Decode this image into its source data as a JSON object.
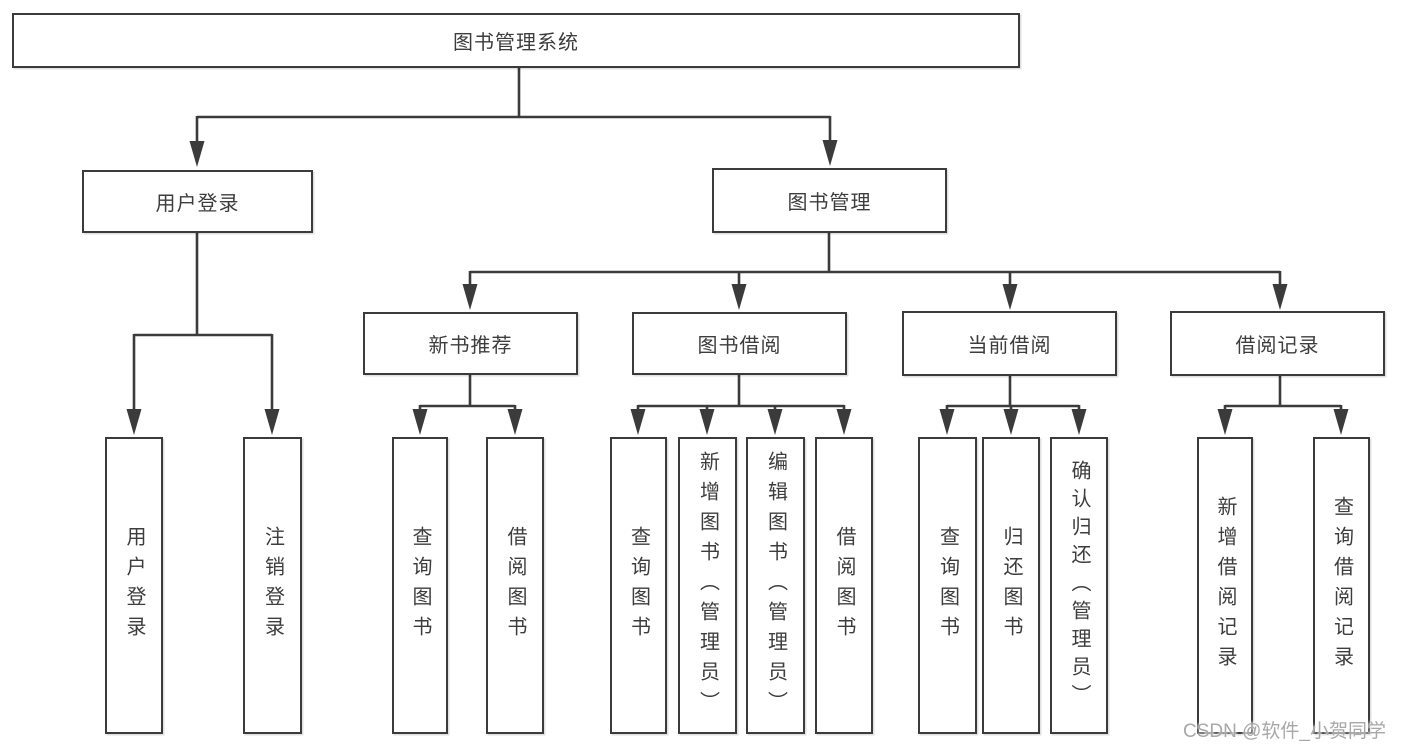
{
  "tree": {
    "label": "图书管理系统",
    "children": [
      {
        "label": "用户登录",
        "children": [
          {
            "label": "用户登录"
          },
          {
            "label": "注销登录"
          }
        ]
      },
      {
        "label": "图书管理",
        "children": [
          {
            "label": "新书推荐",
            "children": [
              {
                "label": "查询图书"
              },
              {
                "label": "借阅图书"
              }
            ]
          },
          {
            "label": "图书借阅",
            "children": [
              {
                "label": "查询图书"
              },
              {
                "label": "新增图书（管理员）"
              },
              {
                "label": "编辑图书（管理员）"
              },
              {
                "label": "借阅图书"
              }
            ]
          },
          {
            "label": "当前借阅",
            "children": [
              {
                "label": "查询图书"
              },
              {
                "label": "归还图书"
              },
              {
                "label": "确认归还（管理员）"
              }
            ]
          },
          {
            "label": "借阅记录",
            "children": [
              {
                "label": "新增借阅记录"
              },
              {
                "label": "查询借阅记录"
              }
            ]
          }
        ]
      }
    ]
  },
  "watermark": {
    "text": "CSDN @软件_小贺同学"
  },
  "colors": {
    "line": "#3b3b3b",
    "box_border": "#3b3b3b",
    "text": "#3d3d3d",
    "background": "#ffffff",
    "watermark_text": "#a8a8a8"
  }
}
